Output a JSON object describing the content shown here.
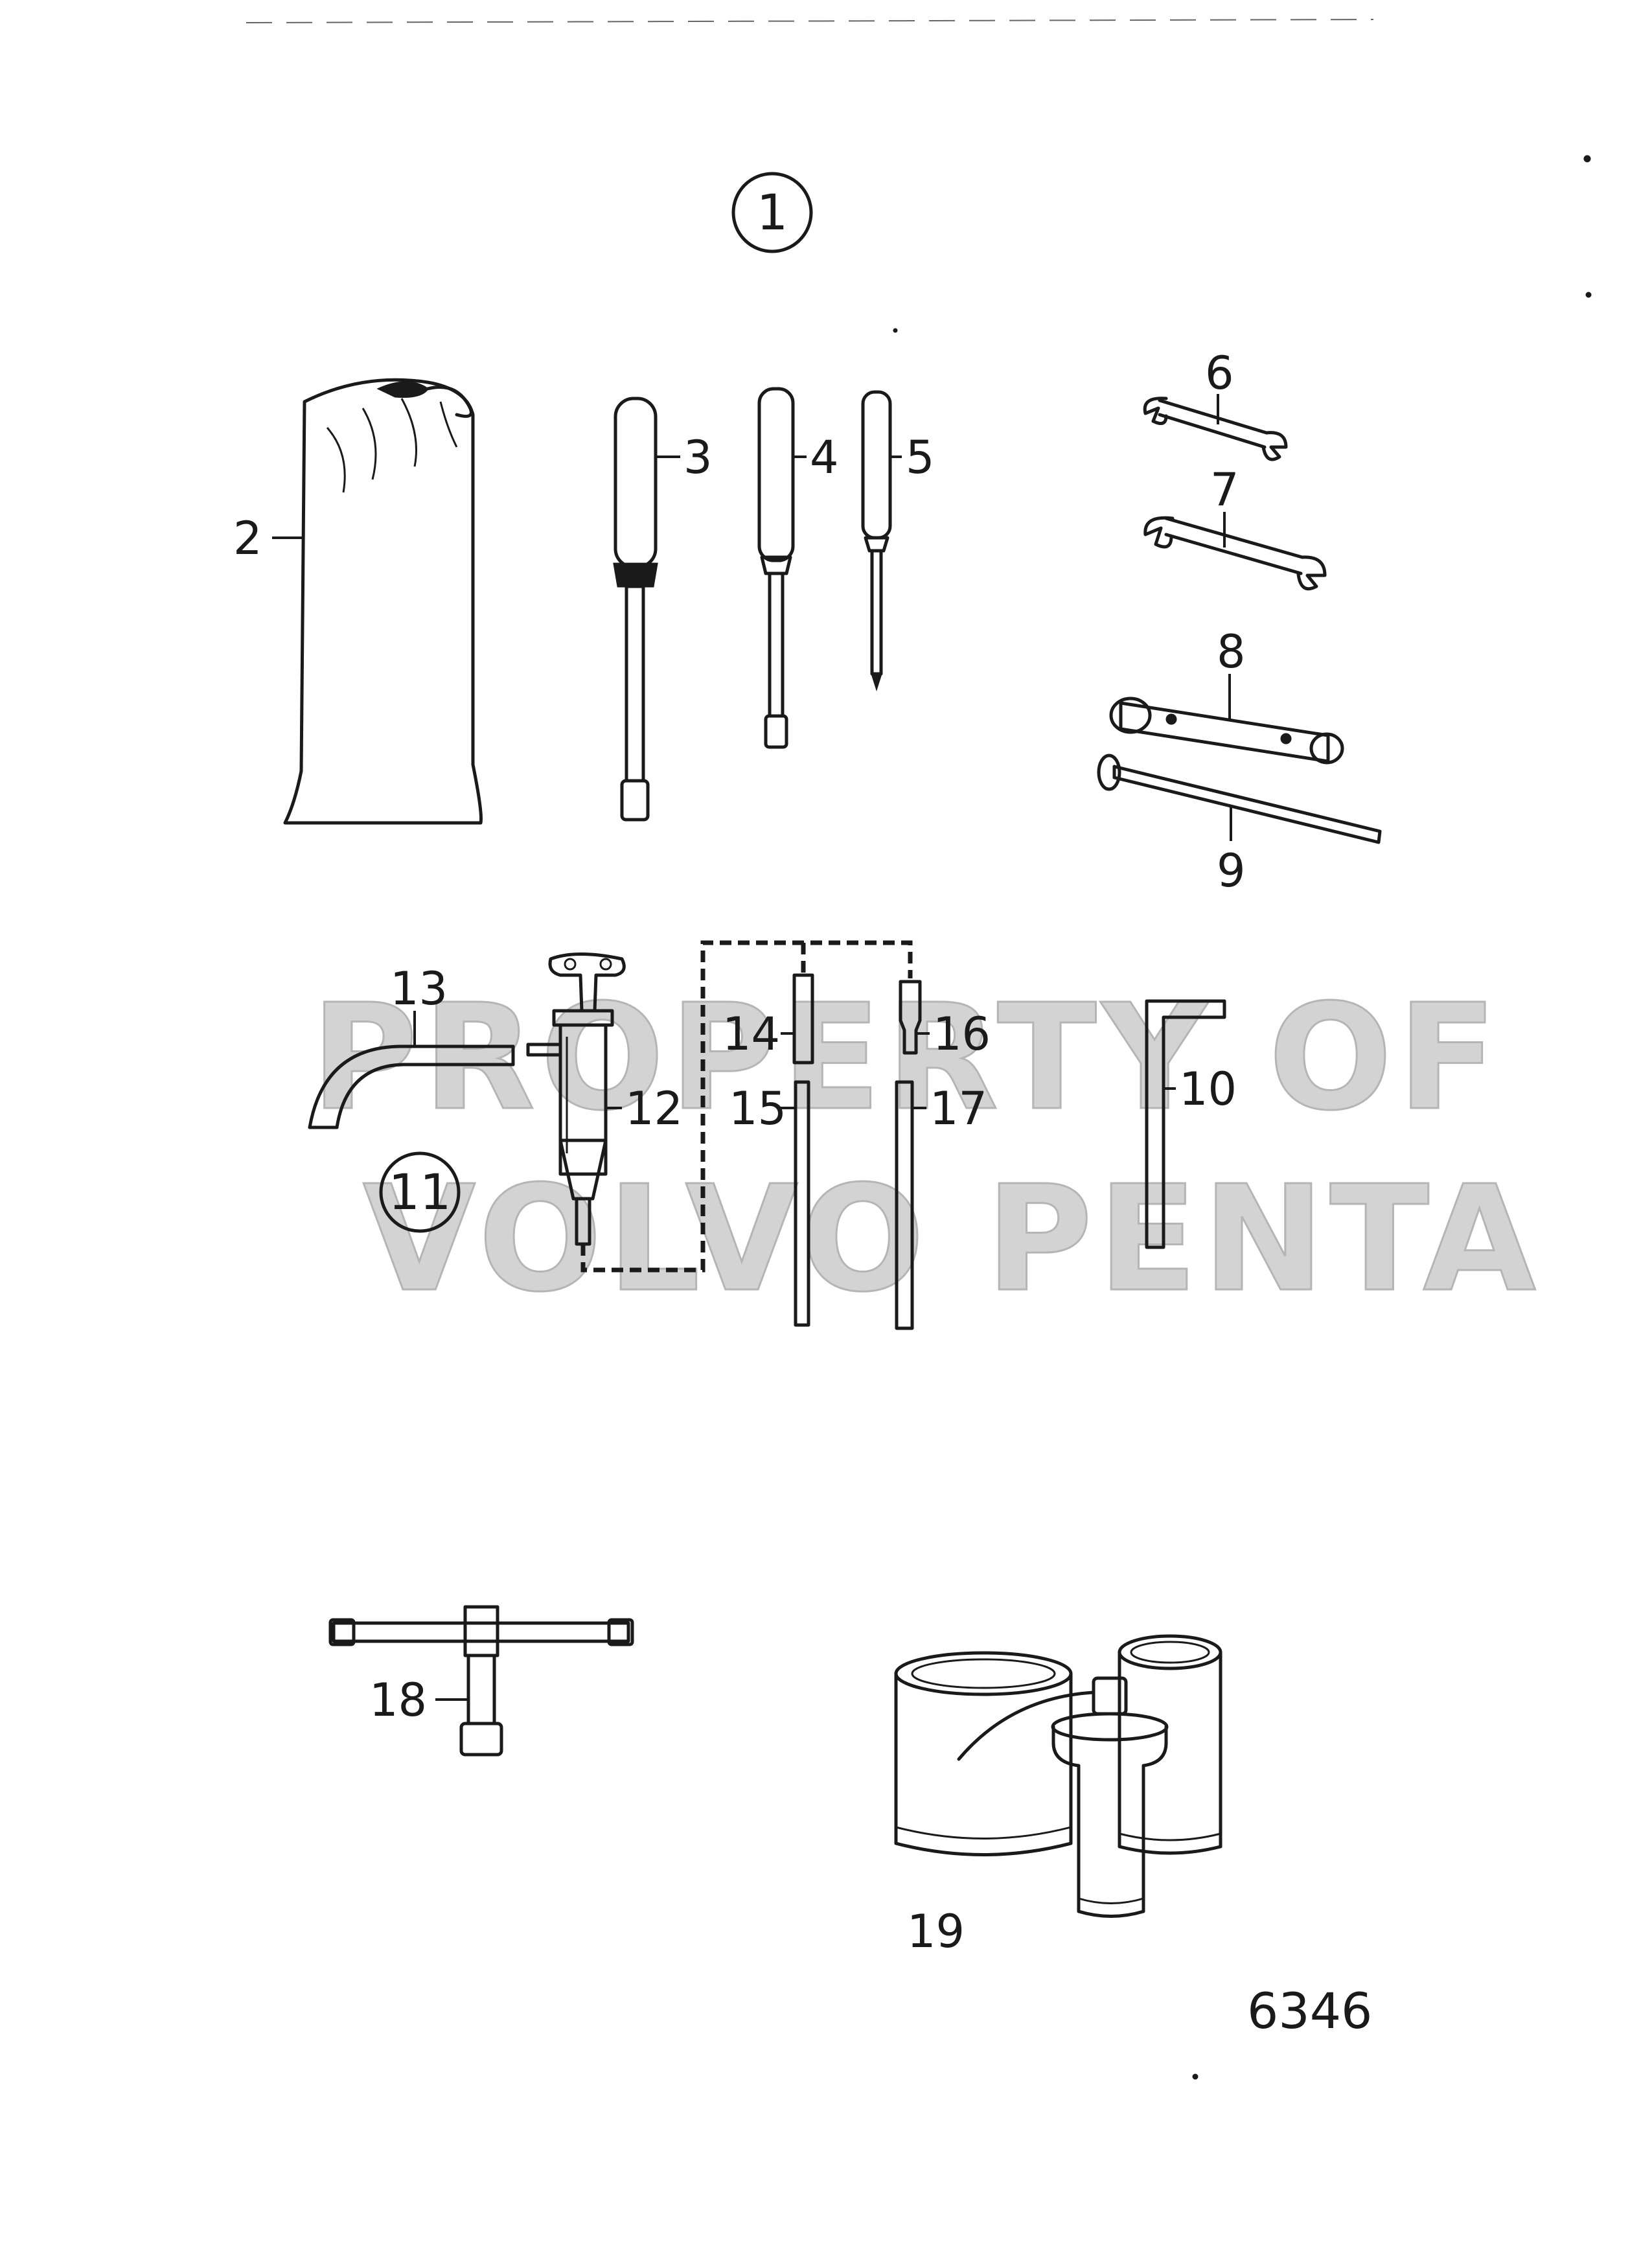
{
  "figure": {
    "number": "1",
    "group_number": "11",
    "drawing_number": "6346"
  },
  "watermark": {
    "line1": "PROPERTY OF",
    "line2": "VOLVO PENTA"
  },
  "callouts": [
    "2",
    "3",
    "4",
    "5",
    "6",
    "7",
    "8",
    "9",
    "10",
    "12",
    "13",
    "14",
    "15",
    "16",
    "17",
    "18",
    "19"
  ]
}
